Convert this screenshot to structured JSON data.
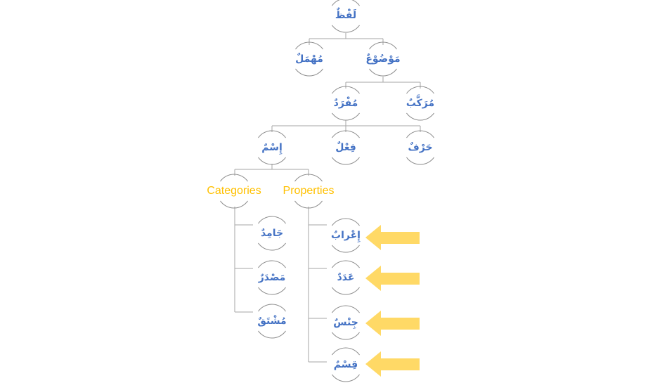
{
  "diagram": {
    "type": "hierarchy",
    "colors": {
      "arabic_text": "#4472c4",
      "english_text": "#ffc000",
      "connector": "#a6a6a6",
      "arrow": "#ffd966"
    },
    "nodes": {
      "root": {
        "label": "لَفْظٌ"
      },
      "muhmal": {
        "label": "مُهْمَلٌ"
      },
      "mawdu": {
        "label": "مَوْضُوْعٌ"
      },
      "mufrad": {
        "label": "مُفْرَدٌ"
      },
      "murakkab": {
        "label": "مُرَكَّبٌ"
      },
      "ism": {
        "label": "إِسْمٌ"
      },
      "fil": {
        "label": "فِعْلٌ"
      },
      "harf": {
        "label": "حَرْفٌ"
      },
      "categories": {
        "label": "Categories"
      },
      "properties": {
        "label": "Properties"
      },
      "jamid": {
        "label": "جَامِدٌ"
      },
      "masdar": {
        "label": "مَصْدَرٌ"
      },
      "mushtaq": {
        "label": "مُشْتَقٌ"
      },
      "irab": {
        "label": "إِعْرابٌ"
      },
      "adad": {
        "label": "عَدَدٌ"
      },
      "jins": {
        "label": "جِنْسٌ"
      },
      "qism": {
        "label": "قِسْمٌ"
      }
    },
    "edges": [
      [
        "root",
        "muhmal"
      ],
      [
        "root",
        "mawdu"
      ],
      [
        "mawdu",
        "mufrad"
      ],
      [
        "mawdu",
        "murakkab"
      ],
      [
        "mufrad",
        "ism"
      ],
      [
        "mufrad",
        "fil"
      ],
      [
        "mufrad",
        "harf"
      ],
      [
        "ism",
        "categories"
      ],
      [
        "ism",
        "properties"
      ],
      [
        "categories",
        "jamid"
      ],
      [
        "categories",
        "masdar"
      ],
      [
        "categories",
        "mushtaq"
      ],
      [
        "properties",
        "irab"
      ],
      [
        "properties",
        "adad"
      ],
      [
        "properties",
        "jins"
      ],
      [
        "properties",
        "qism"
      ]
    ],
    "highlighted": [
      "irab",
      "adad",
      "jins",
      "qism"
    ],
    "highlight_icon": "left-arrow-icon"
  }
}
